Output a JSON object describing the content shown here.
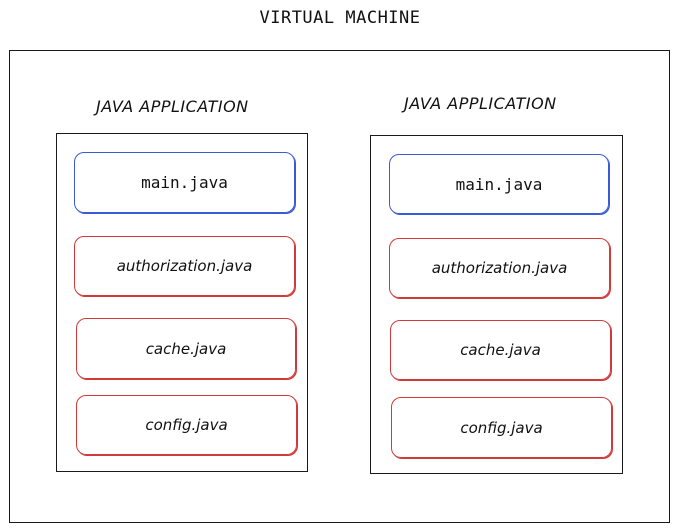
{
  "title": "VIRTUAL MACHINE",
  "applications": [
    {
      "label": "JAVA APPLICATION",
      "files": [
        "main.java",
        "authorization.java",
        "cache.java",
        "config.java"
      ]
    },
    {
      "label": "JAVA APPLICATION",
      "files": [
        "main.java",
        "authorization.java",
        "cache.java",
        "config.java"
      ]
    }
  ],
  "colors": {
    "main_file_border": "#3b5bd6",
    "other_file_border": "#d23a3a",
    "box_border": "#1a1a1a"
  }
}
